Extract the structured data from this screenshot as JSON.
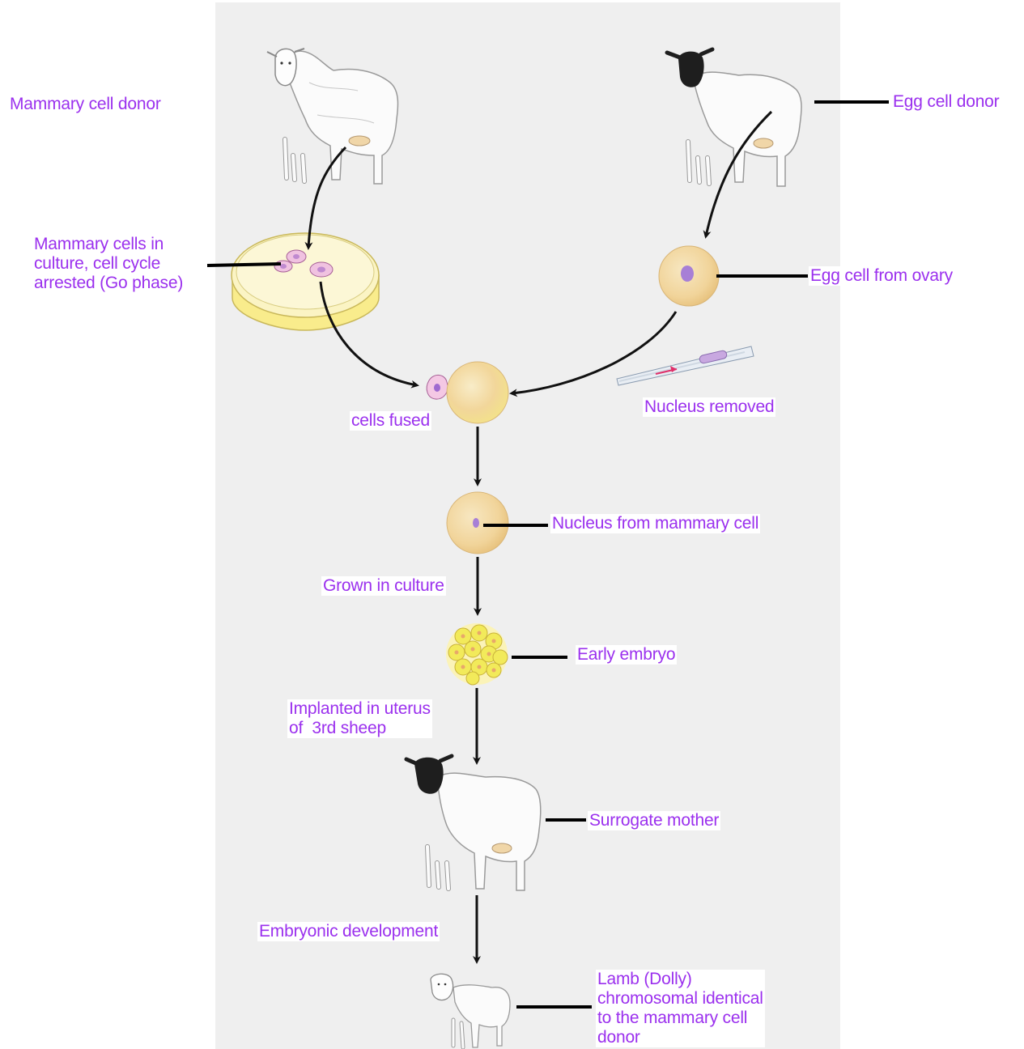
{
  "labels": {
    "mammary_donor": "Mammary cell donor",
    "egg_donor": "Egg cell donor",
    "mammary_culture": [
      "Mammary cells in",
      "culture, cell cycle",
      "arrested (Go phase)"
    ],
    "egg_from_ovary": "Egg cell from ovary",
    "nucleus_removed": "Nucleus removed",
    "cells_fused": "cells fused",
    "nucleus_from_mammary": "Nucleus from mammary cell",
    "grown_in_culture": "Grown in culture",
    "early_embryo": "Early embryo",
    "implanted": [
      "Implanted in uterus",
      "of  3rd sheep"
    ],
    "surrogate": "Surrogate mother",
    "embryonic_dev": "Embryonic development",
    "lamb": [
      "Lamb (Dolly)",
      "chromosomal identical",
      "to the mammary cell",
      "donor"
    ]
  },
  "colors": {
    "label_text": "#9b30ee",
    "panel_bg": "#efefef",
    "egg_fill": "#f3d8a0",
    "nucleus": "#a77fd6",
    "cell_pink": "#f0c2e0",
    "embryo_yellow": "#f2ea5a",
    "dish_yellow": "#fbf09a",
    "sheep_face": "#222222",
    "arrow": "#111111"
  },
  "icons": [
    "sheep-icon",
    "petri-dish-icon",
    "egg-cell-icon",
    "micropipette-icon",
    "embryo-icon",
    "lamb-icon"
  ]
}
